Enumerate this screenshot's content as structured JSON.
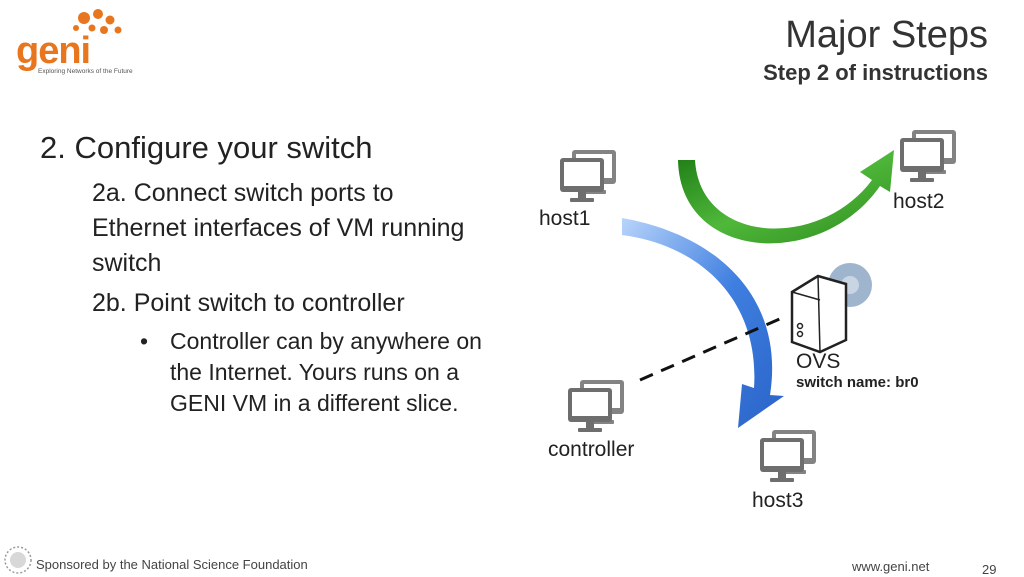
{
  "logo": {
    "word": "geni",
    "tagline": "Exploring Networks of the Future"
  },
  "header": {
    "title": "Major Steps",
    "subtitle": "Step 2 of instructions"
  },
  "content": {
    "step_heading": "2. Configure your switch",
    "step_2a": "2a. Connect switch ports to Ethernet interfaces of VM running switch",
    "step_2b": "2b. Point switch to controller",
    "bullet_marker": "•",
    "bullet_text": "Controller can by anywhere on the Internet.  Yours runs on a GENI VM in a different slice."
  },
  "diagram": {
    "host1": "host1",
    "host2": "host2",
    "host3": "host3",
    "controller": "controller",
    "switch_label": "OVS",
    "switch_name": "switch name: br0",
    "colors": {
      "green_arrow": "#2e8b1e",
      "blue_arrow": "#3f7fe0",
      "computer": "#555555"
    }
  },
  "footer": {
    "sponsor": "Sponsored by the National Science Foundation",
    "url": "www.geni.net",
    "page": "29"
  }
}
